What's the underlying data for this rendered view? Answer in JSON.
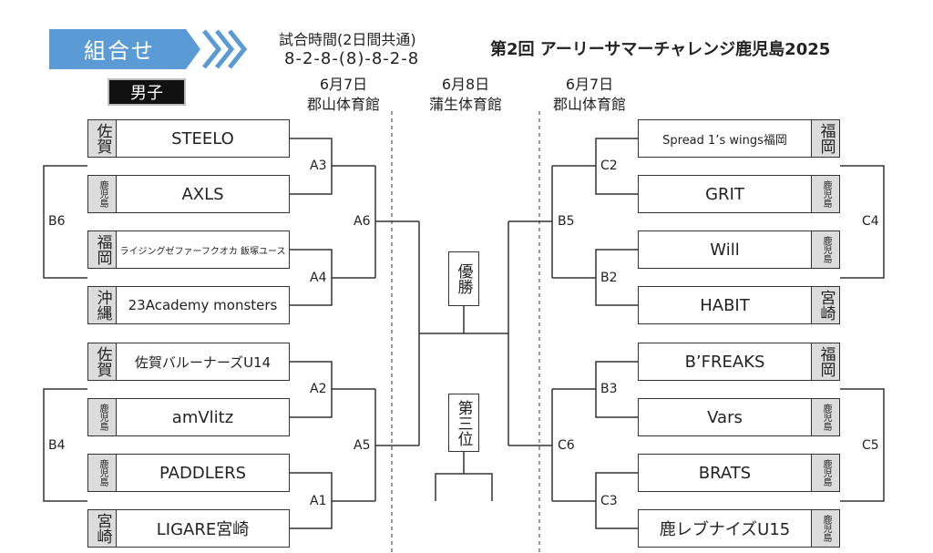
{
  "header": {
    "banner": "組合せ",
    "schedule_label": "試合時間(2日間共通)",
    "schedule_pattern": "8-2-8-(8)-8-2-8",
    "title": "第2回 アーリーサマーチャレンジ鹿児島2025",
    "gender": "男子"
  },
  "venues": [
    {
      "date": "6月7日",
      "name": "郡山体育館"
    },
    {
      "date": "6月8日",
      "name": "蒲生体育館"
    },
    {
      "date": "6月7日",
      "name": "郡山体育館"
    }
  ],
  "left_teams": [
    {
      "pref": "佐賀",
      "name": "STEELO"
    },
    {
      "pref": "鹿児島",
      "name": "AXLS"
    },
    {
      "pref": "福岡",
      "name": "ライジングゼファーフクオカ 飯塚ユース"
    },
    {
      "pref": "沖縄",
      "name": "23Academy monsters"
    },
    {
      "pref": "佐賀",
      "name": "佐賀バルーナーズU14"
    },
    {
      "pref": "鹿児島",
      "name": "amVlitz"
    },
    {
      "pref": "鹿児島",
      "name": "PADDLERS"
    },
    {
      "pref": "宮崎",
      "name": "LIGARE宮崎"
    }
  ],
  "right_teams": [
    {
      "pref": "福岡",
      "name": "Spread 1’s wings福岡"
    },
    {
      "pref": "鹿児島",
      "name": "GRIT"
    },
    {
      "pref": "鹿児島",
      "name": "Will"
    },
    {
      "pref": "宮崎",
      "name": "HABIT"
    },
    {
      "pref": "福岡",
      "name": "B’FREAKS"
    },
    {
      "pref": "鹿児島",
      "name": "Vars"
    },
    {
      "pref": "鹿児島",
      "name": "BRATS"
    },
    {
      "pref": "鹿児島",
      "name": "鹿レブナイズU15"
    }
  ],
  "matches": {
    "A1": "A1",
    "A2": "A2",
    "A3": "A3",
    "A4": "A4",
    "A5": "A5",
    "A6": "A6",
    "B2": "B2",
    "B3": "B3",
    "B4": "B4",
    "B5": "B5",
    "B6": "B6",
    "C2": "C2",
    "C3": "C3",
    "C4": "C4",
    "C5": "C5",
    "C6": "C6"
  },
  "final": {
    "champion": "優勝",
    "third": "第三位"
  },
  "colors": {
    "banner": "#5b9bd5",
    "pref_bg": "#dcdcdc",
    "gender_bg": "#111111"
  }
}
